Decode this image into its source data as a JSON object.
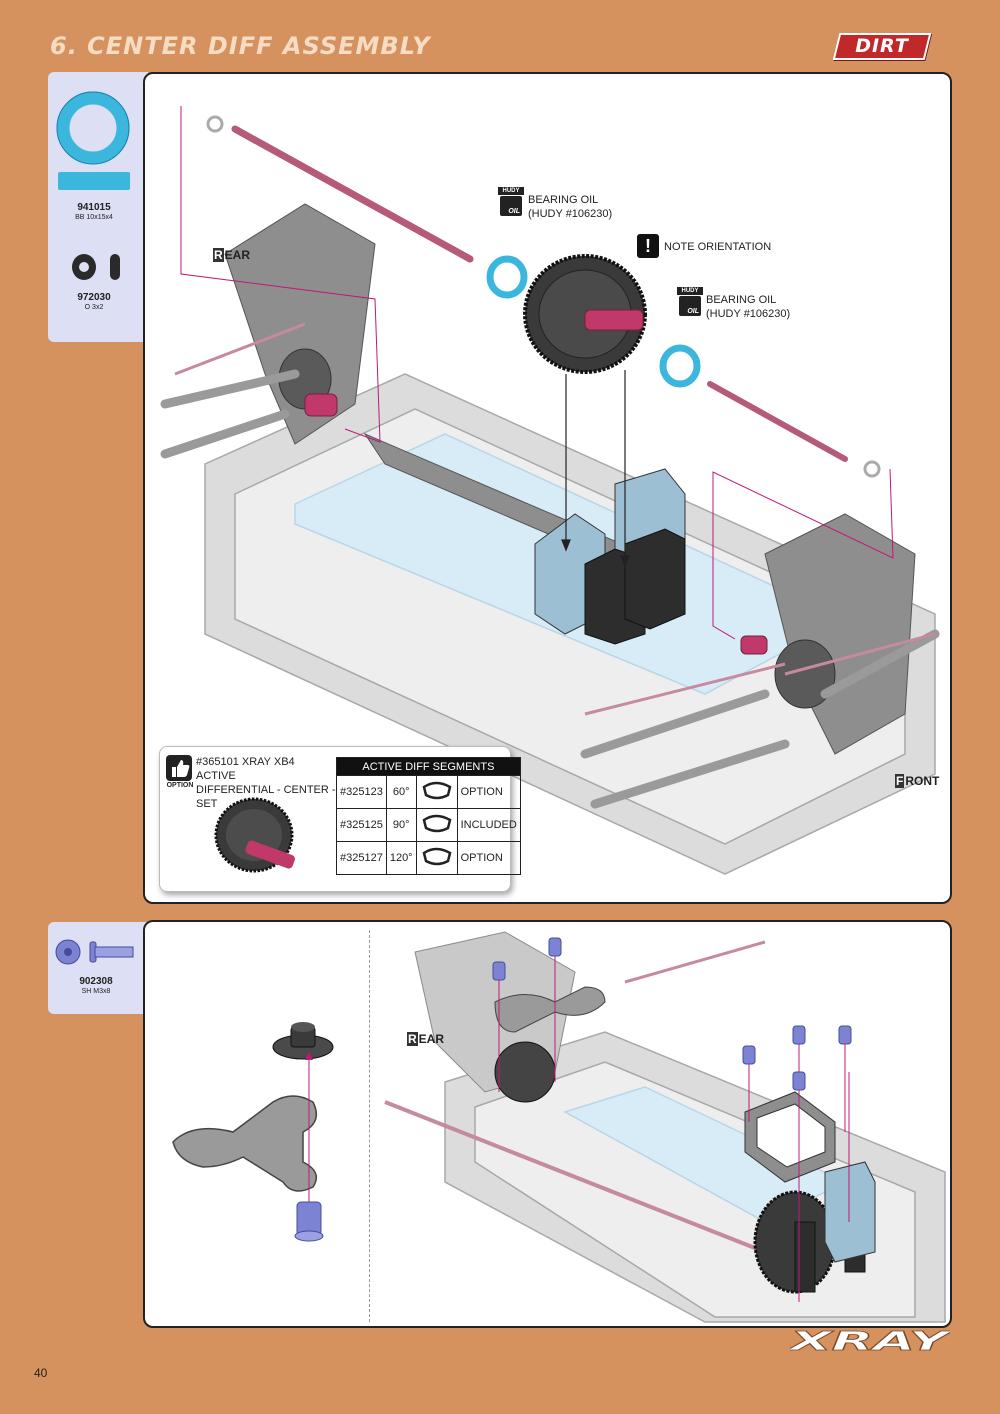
{
  "header": {
    "title": "6. CENTER DIFF ASSEMBLY",
    "brand": "DIRT"
  },
  "parts_top": [
    {
      "code": "941015",
      "spec": "BB 10x15x4"
    },
    {
      "code": "972030",
      "spec": "O 3x2"
    }
  ],
  "parts_bottom": [
    {
      "code": "902308",
      "spec": "SH M3x8"
    }
  ],
  "callouts": {
    "oil_1": {
      "line1": "BEARING OIL",
      "line2": "(HUDY #106230)"
    },
    "oil_2": {
      "line1": "BEARING OIL",
      "line2": "(HUDY #106230)"
    },
    "orientation": "NOTE ORIENTATION",
    "oil_icon_top": "HUDY",
    "oil_icon_bottom": "OIL",
    "warn_icon": "!"
  },
  "direction": {
    "rear_top": "REAR",
    "front": "FRONT",
    "rear_bottom": "REAR"
  },
  "option": {
    "icon_label": "OPTION",
    "title_line1": "#365101 XRAY XB4 ACTIVE",
    "title_line2": "DIFFERENTIAL - CENTER - SET",
    "table_header": "ACTIVE DIFF SEGMENTS",
    "rows": [
      {
        "part": "#325123",
        "angle": "60°",
        "status": "OPTION"
      },
      {
        "part": "#325125",
        "angle": "90°",
        "status": "INCLUDED"
      },
      {
        "part": "#325127",
        "angle": "120°",
        "status": "OPTION"
      }
    ]
  },
  "footer": {
    "page_number": "40",
    "logo": "XRAY"
  },
  "colors": {
    "background": "#d6925e",
    "panel": "#ffffff",
    "strip": "#dde0f4",
    "bearing": "#3bb6dd",
    "axle": "#b55a7a",
    "callout_line": "#c0187a",
    "brand_red": "#c0282a"
  }
}
